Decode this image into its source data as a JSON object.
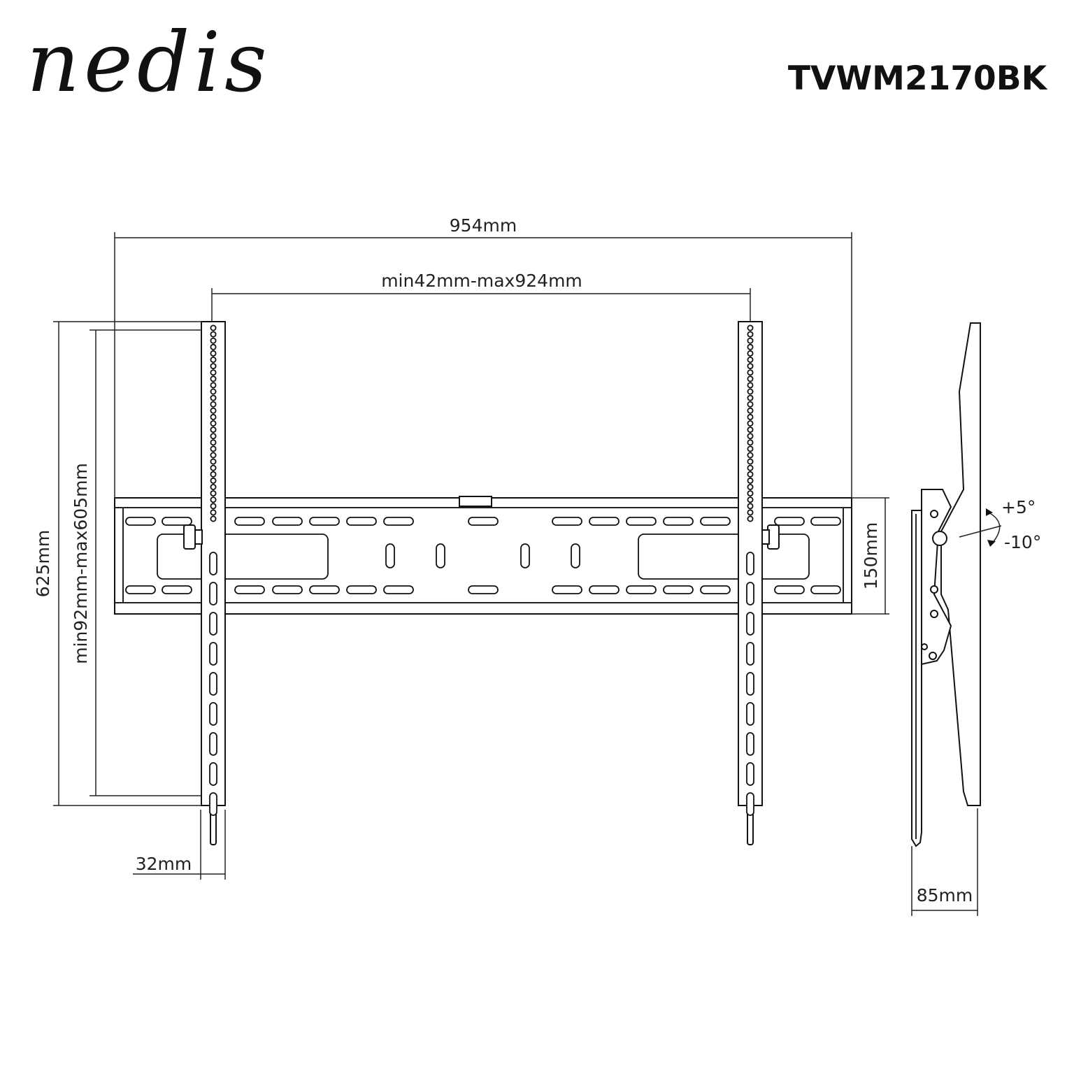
{
  "brand": {
    "logo_text": "nedis"
  },
  "model": "TVWM2170BK",
  "dimensions": {
    "overall_width": "954mm",
    "arm_spacing": "min42mm-max924mm",
    "overall_height": "625mm",
    "vertical_range": "min92mm-max605mm",
    "plate_height": "150mm",
    "arm_width": "32mm",
    "depth": "85mm"
  },
  "tilt": {
    "up": "+5°",
    "down": "-10°"
  },
  "colors": {
    "line": "#222222",
    "background": "#ffffff"
  }
}
